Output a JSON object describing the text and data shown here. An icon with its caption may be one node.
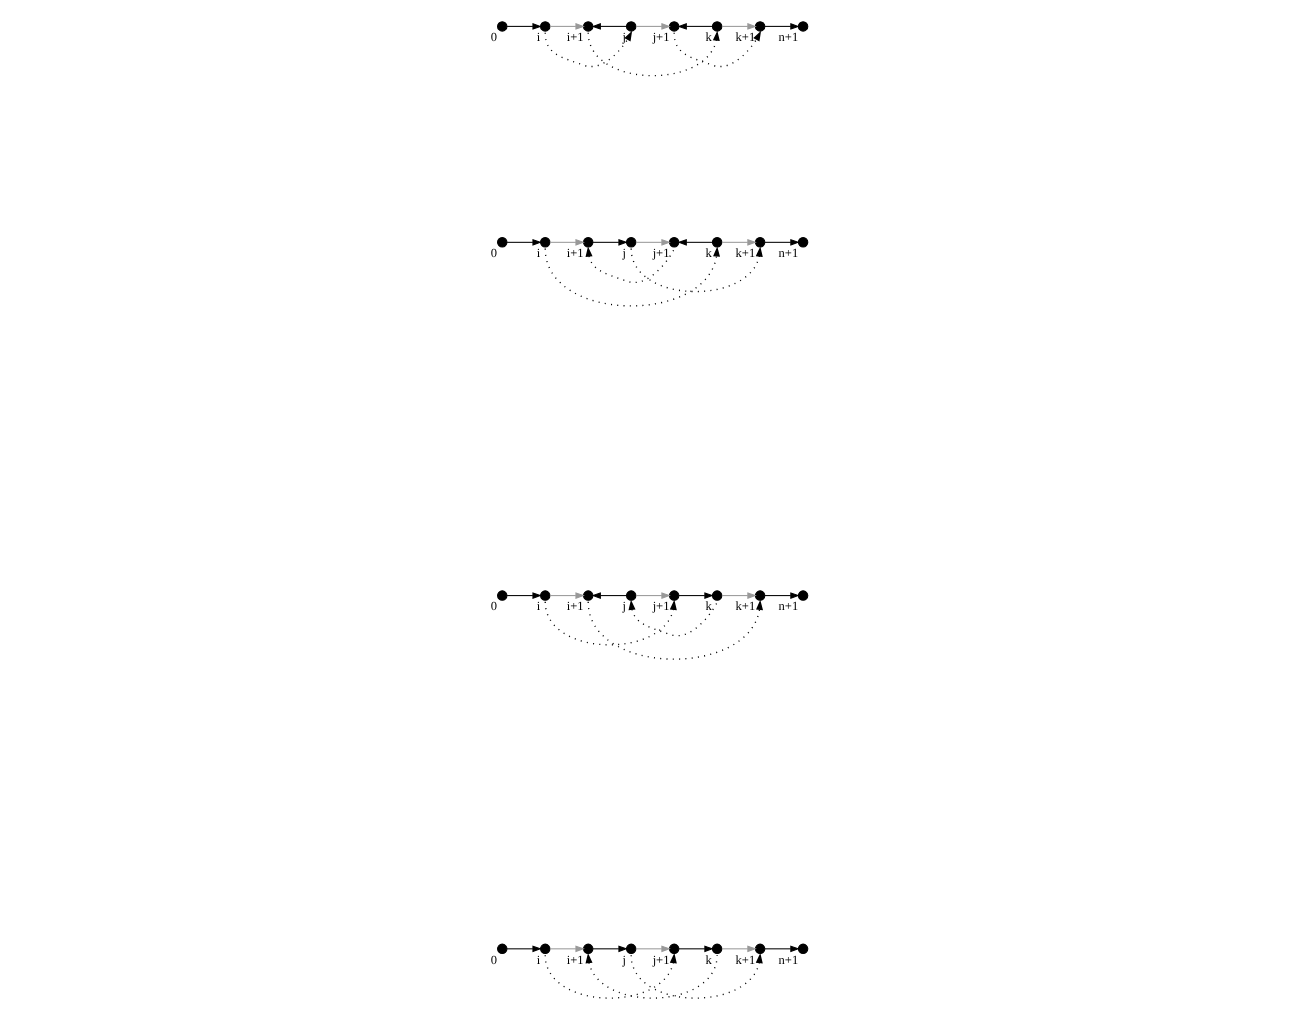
{
  "diagram": {
    "nodes": [
      {
        "text": [],
        "shape": "circle",
        "beside": [
          "0"
        ]
      },
      {
        "text": [],
        "shape": "circle",
        "beside": [
          "i"
        ]
      },
      {
        "text": [],
        "shape": "circle",
        "beside": [
          "i+1"
        ]
      },
      {
        "text": [],
        "shape": "circle",
        "beside": [
          "j"
        ]
      },
      {
        "text": [],
        "shape": "circle",
        "beside": [
          "j+1"
        ]
      },
      {
        "text": [],
        "shape": "circle",
        "beside": [
          "k"
        ]
      },
      {
        "text": [],
        "shape": "circle",
        "beside": [
          "k+1"
        ]
      },
      {
        "text": [],
        "shape": "circle",
        "beside": [
          "n+1"
        ]
      },
      {
        "text": [],
        "shape": "circle",
        "beside": [
          "0"
        ]
      },
      {
        "text": [],
        "shape": "circle",
        "beside": [
          "i"
        ]
      },
      {
        "text": [],
        "shape": "circle",
        "beside": [
          "i+1"
        ]
      },
      {
        "text": [],
        "shape": "circle",
        "beside": [
          "j"
        ]
      },
      {
        "text": [],
        "shape": "circle",
        "beside": [
          "j+1"
        ]
      },
      {
        "text": [],
        "shape": "circle",
        "beside": [
          "k"
        ]
      },
      {
        "text": [],
        "shape": "circle",
        "beside": [
          "k+1"
        ]
      },
      {
        "text": [],
        "shape": "circle",
        "beside": [
          "n+1"
        ]
      },
      {
        "text": [],
        "shape": "circle",
        "beside": [
          "0"
        ]
      },
      {
        "text": [],
        "shape": "circle",
        "beside": [
          "i"
        ]
      },
      {
        "text": [],
        "shape": "circle",
        "beside": [
          "i+1"
        ]
      },
      {
        "text": [],
        "shape": "circle",
        "beside": [
          "j"
        ]
      },
      {
        "text": [],
        "shape": "circle",
        "beside": [
          "j+1"
        ]
      },
      {
        "text": [],
        "shape": "circle",
        "beside": [
          "k"
        ]
      },
      {
        "text": [],
        "shape": "circle",
        "beside": [
          "k+1"
        ]
      },
      {
        "text": [],
        "shape": "circle",
        "beside": [
          "n+1"
        ]
      },
      {
        "text": [],
        "shape": "circle",
        "beside": [
          "0"
        ]
      },
      {
        "text": [],
        "shape": "circle",
        "beside": [
          "i"
        ]
      },
      {
        "text": [],
        "shape": "circle",
        "beside": [
          "i+1"
        ]
      },
      {
        "text": [],
        "shape": "circle",
        "beside": [
          "j"
        ]
      },
      {
        "text": [],
        "shape": "circle",
        "beside": [
          "j+1"
        ]
      },
      {
        "text": [],
        "shape": "circle",
        "beside": [
          "k"
        ]
      },
      {
        "text": [],
        "shape": "circle",
        "beside": [
          "k+1"
        ]
      },
      {
        "text": [],
        "shape": "circle",
        "beside": [
          "n+1"
        ]
      }
    ],
    "edges": [
      {
        "from": 0,
        "to": 1,
        "arrow": "to"
      },
      {
        "from": 1,
        "to": 2,
        "arrow": "to",
        "color": "#999999"
      },
      {
        "from": 2,
        "to": 3,
        "arrow": "to"
      },
      {
        "from": 3,
        "to": 4,
        "arrow": "to",
        "color": "#999999"
      },
      {
        "from": 4,
        "to": 5,
        "arrow": "to"
      },
      {
        "from": 5,
        "to": 6,
        "arrow": "to",
        "color": "#999999"
      },
      {
        "from": 6,
        "to": 7,
        "arrow": "to"
      },
      {
        "from": 1,
        "to": 4,
        "arrow": "to",
        "style": "dashed"
      },
      {
        "from": 5,
        "to": 2,
        "arrow": "to",
        "style": "dashed"
      },
      {
        "from": 3,
        "to": 6,
        "arrow": "to",
        "style": "dashed"
      },
      {
        "from": 8,
        "to": 9,
        "arrow": "to"
      },
      {
        "from": 9,
        "to": 10,
        "arrow": "to",
        "color": "#999999"
      },
      {
        "from": 11,
        "to": 10,
        "arrow": "to"
      },
      {
        "from": 11,
        "to": 12,
        "arrow": "to",
        "color": "#999999"
      },
      {
        "from": 12,
        "to": 13,
        "arrow": "to"
      },
      {
        "from": 13,
        "to": 14,
        "arrow": "to",
        "color": "#999999"
      },
      {
        "from": 14,
        "to": 15,
        "arrow": "to"
      },
      {
        "from": 9,
        "to": 12,
        "arrow": "to",
        "style": "dashed"
      },
      {
        "from": 10,
        "to": 14,
        "arrow": "to",
        "style": "dashed"
      },
      {
        "from": 13,
        "to": 11,
        "arrow": "to",
        "style": "dashed"
      },
      {
        "from": 16,
        "to": 17,
        "arrow": "to"
      },
      {
        "from": 17,
        "to": 18,
        "arrow": "to",
        "color": "#999999"
      },
      {
        "from": 18,
        "to": 19,
        "arrow": "to"
      },
      {
        "from": 19,
        "to": 20,
        "arrow": "to",
        "color": "#999999"
      },
      {
        "from": 21,
        "to": 20,
        "arrow": "to"
      },
      {
        "from": 21,
        "to": 22,
        "arrow": "to",
        "color": "#999999"
      },
      {
        "from": 22,
        "to": 23,
        "arrow": "to"
      },
      {
        "from": 20,
        "to": 18,
        "arrow": "to",
        "style": "dashed"
      },
      {
        "from": 19,
        "to": 22,
        "arrow": "to",
        "style": "dashed"
      },
      {
        "from": 17,
        "to": 21,
        "arrow": "to",
        "style": "dashed"
      },
      {
        "from": 24,
        "to": 25,
        "arrow": "to"
      },
      {
        "from": 25,
        "to": 26,
        "arrow": "to",
        "color": "#999999"
      },
      {
        "from": 27,
        "to": 26,
        "arrow": "to"
      },
      {
        "from": 27,
        "to": 28,
        "arrow": "to",
        "color": "#999999"
      },
      {
        "from": 29,
        "to": 28,
        "arrow": "to"
      },
      {
        "from": 29,
        "to": 30,
        "arrow": "to",
        "color": "#999999"
      },
      {
        "from": 30,
        "to": 31,
        "arrow": "to"
      },
      {
        "from": 26,
        "to": 29,
        "arrow": "to",
        "style": "dashed"
      },
      {
        "from": 25,
        "to": 27,
        "arrow": "to",
        "style": "dashed"
      },
      {
        "from": 28,
        "to": 30,
        "arrow": "to",
        "style": "dashed"
      }
    ]
  }
}
